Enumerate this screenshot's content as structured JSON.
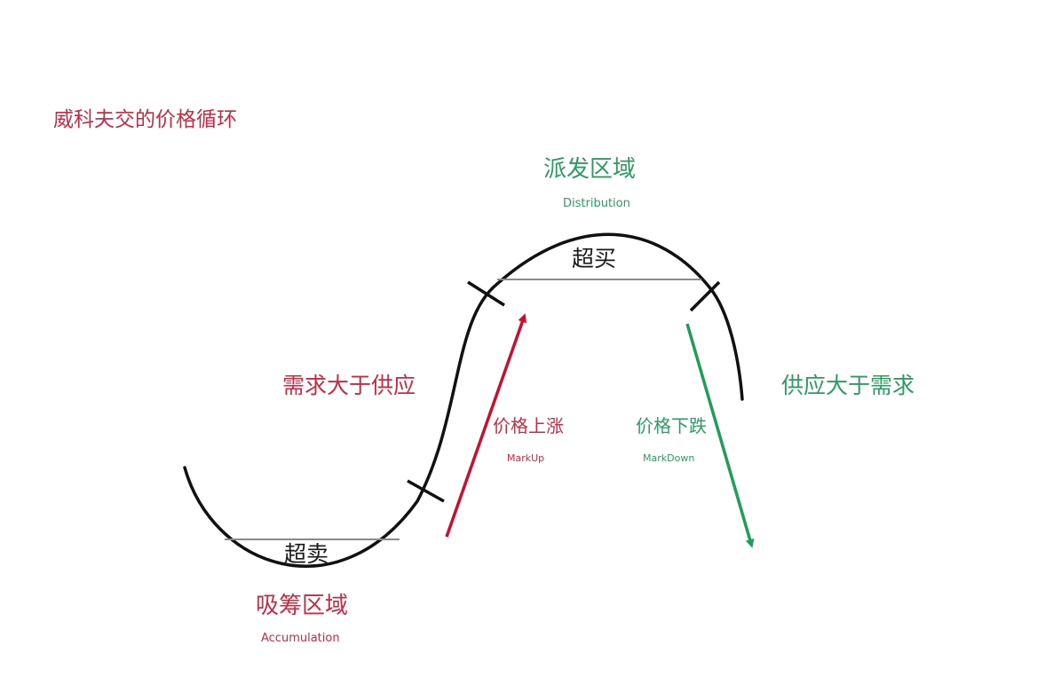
{
  "title": "威科夫交的价格循环",
  "distribution": {
    "label_cn": "派发区域",
    "label_en": "Distribution"
  },
  "overbought": "超买",
  "demand_over_supply": "需求大于供应",
  "supply_over_demand": "供应大于需求",
  "markup": {
    "label_cn": "价格上涨",
    "label_en": "MarkUp"
  },
  "markdown": {
    "label_cn": "价格下跌",
    "label_en": "MarkDown"
  },
  "oversold": "超卖",
  "accumulation": {
    "label_cn": "吸筹区域",
    "label_en": "Accumulation"
  },
  "colors": {
    "curve": "#111111",
    "threshold_line": "#8a8a8a",
    "markup_arrow": "#c8102e",
    "markdown_arrow": "#1f9e58",
    "red_text": "#c32c45",
    "green_text": "#2f9a63"
  }
}
